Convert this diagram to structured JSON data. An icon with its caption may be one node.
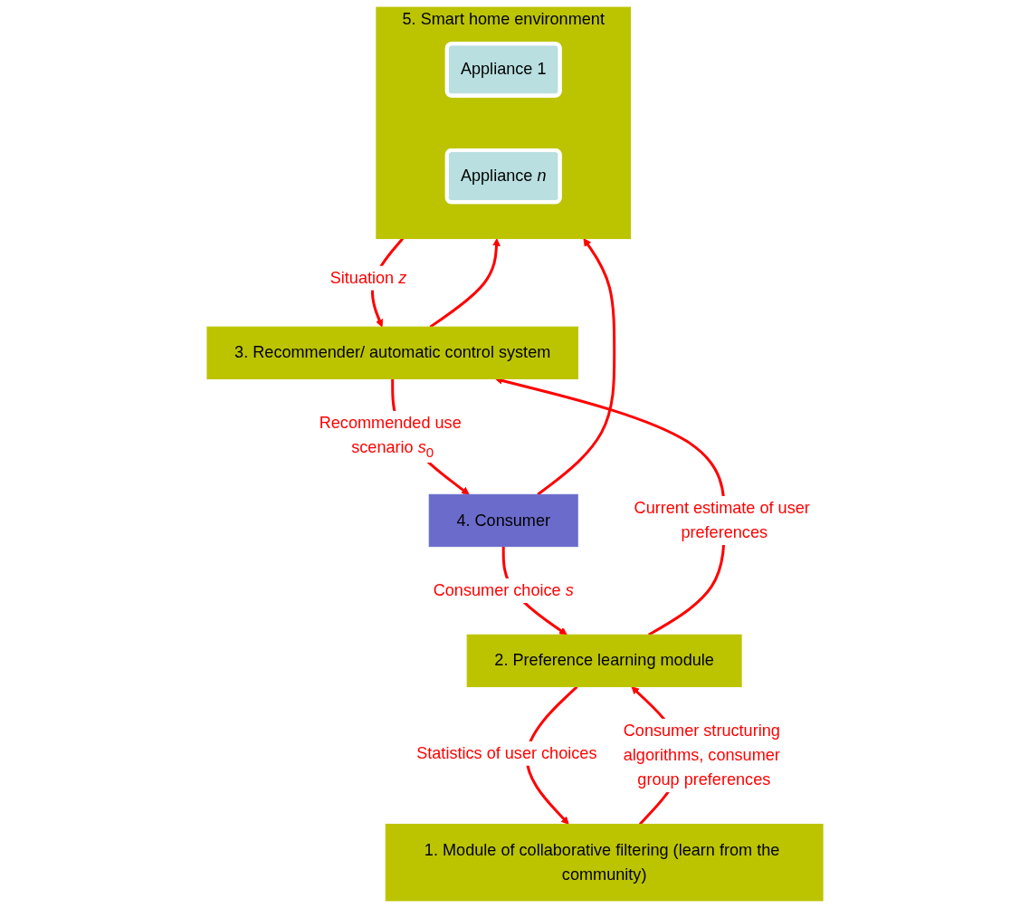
{
  "diagram": {
    "nodes": [
      {
        "text": [
          "1. Module of collaborative filtering (learn from the community)"
        ]
      },
      {
        "text": [
          "2. Preference learning module"
        ]
      },
      {
        "text": [
          "3. Recommender/ automatic control system"
        ]
      },
      {
        "text": [
          "4. Consumer"
        ]
      },
      {
        "text": [
          "5. Smart home environment"
        ]
      },
      {
        "text": [
          "Appliance 1"
        ],
        "in": 4
      },
      {
        "text": [
          "Appliance *n*"
        ],
        "in": 4
      }
    ],
    "edges": [
      {
        "from": 0,
        "to": 1,
        "arrow": "to",
        "label": "Consumer structuring algorithms, consumer group preferences",
        "color": "#ff0000"
      },
      {
        "from": 1,
        "to": 0,
        "arrow": "to",
        "label": "Statistics of user choices",
        "color": "#ff0000"
      },
      {
        "from": 1,
        "to": 2,
        "arrow": "to",
        "label": "Current estimate of user preferences",
        "color": "#ff0000"
      },
      {
        "from": 2,
        "to": 3,
        "arrow": "to",
        "label": "Recommended use scenario *s*$_{0}$",
        "color": "#ff0000"
      },
      {
        "from": 2,
        "to": 4,
        "arrow": "to",
        "color": "#ff0000"
      },
      {
        "from": 4,
        "to": 2,
        "arrow": "to",
        "label": "Situation *z*",
        "color": "#ff0000"
      },
      {
        "from": 3,
        "to": 1,
        "arrow": "to",
        "label": "Consumer choice *s*",
        "color": "#ff0000"
      },
      {
        "from": 3,
        "to": 4,
        "arrow": "to",
        "color": "#ff0000"
      }
    ]
  }
}
